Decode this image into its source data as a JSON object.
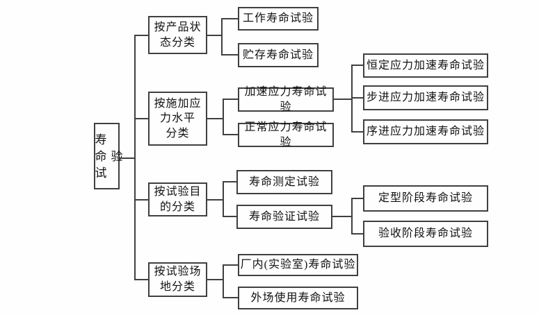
{
  "diagram": {
    "root_label": "寿命试验",
    "branches": [
      {
        "category_label": "按产品状\n态分类",
        "children": [
          {
            "label": "工作寿命试验",
            "children": []
          },
          {
            "label": "贮存寿命试验",
            "children": []
          }
        ]
      },
      {
        "category_label": "按施加应\n力水平\n分类",
        "children": [
          {
            "label": "加速应力寿命试验",
            "children": [
              {
                "label": "恒定应力加速寿命试验"
              },
              {
                "label": "步进应力加速寿命试验"
              },
              {
                "label": "序进应力加速寿命试验"
              }
            ]
          },
          {
            "label": "正常应力寿命试验",
            "children": []
          }
        ]
      },
      {
        "category_label": "按试验目\n的分类",
        "children": [
          {
            "label": "寿命测定试验",
            "children": []
          },
          {
            "label": "寿命验证试验",
            "children": [
              {
                "label": "定型阶段寿命试验"
              },
              {
                "label": "验收阶段寿命试验"
              }
            ]
          }
        ]
      },
      {
        "category_label": "按试验场\n地分类",
        "children": [
          {
            "label": "厂内(实验室)寿命试验",
            "children": []
          },
          {
            "label": "外场使用寿命试验",
            "children": []
          }
        ]
      }
    ]
  }
}
